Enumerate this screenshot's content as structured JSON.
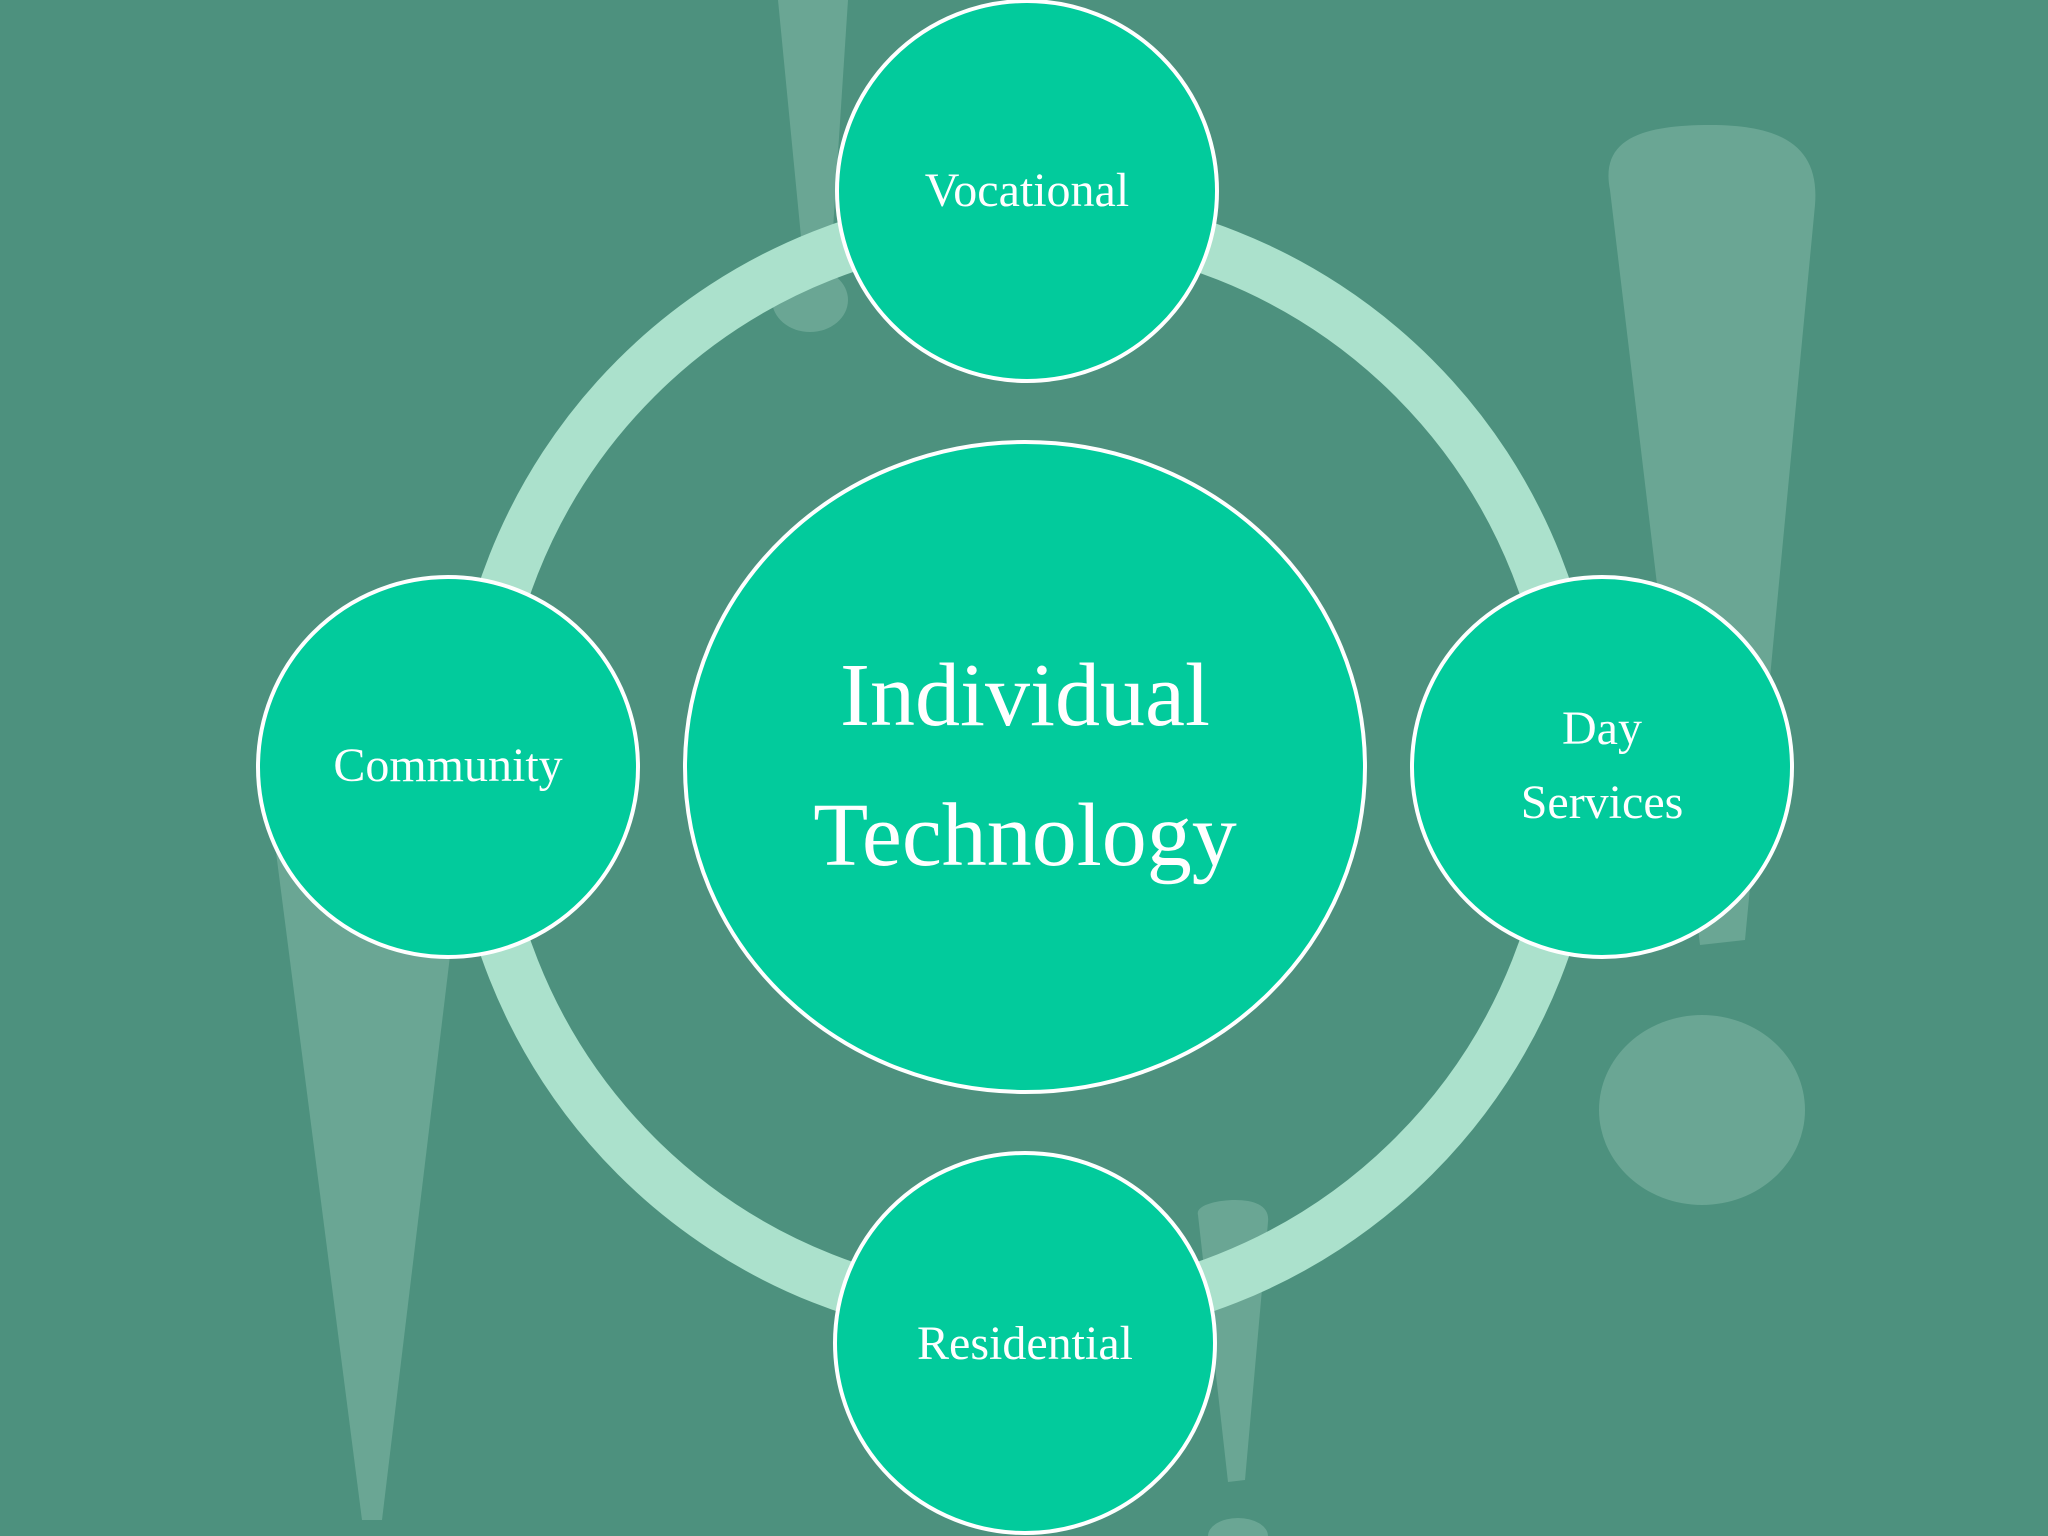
{
  "colors": {
    "background": "#4d917e",
    "watermark": "#6aa694",
    "ring": "#abe1cc",
    "node_fill": "#02cb9c",
    "node_stroke": "#ffffff",
    "text": "#ffffff"
  },
  "center": {
    "line1": "Individual",
    "line2": "Technology"
  },
  "nodes": {
    "top": {
      "label": "Vocational"
    },
    "right": {
      "line1": "Day",
      "line2": "Services"
    },
    "bottom": {
      "label": "Residential"
    },
    "left": {
      "label": "Community"
    }
  }
}
